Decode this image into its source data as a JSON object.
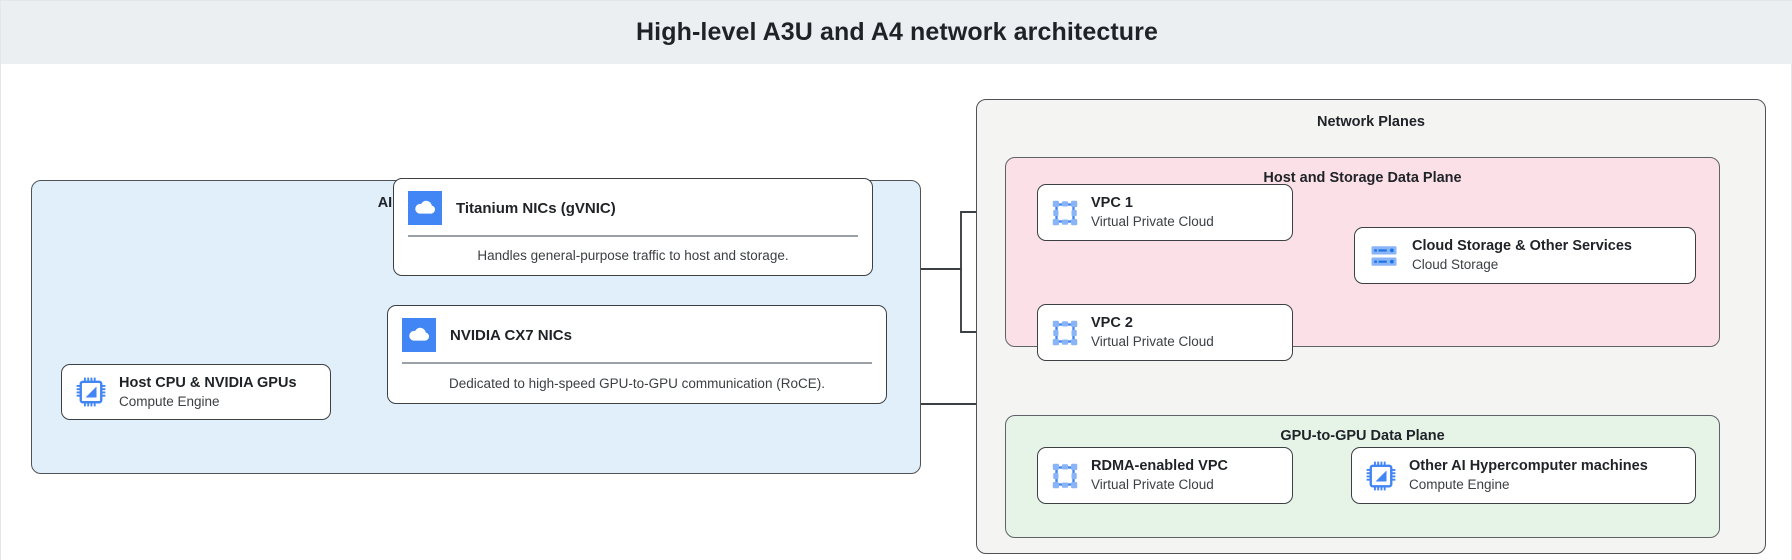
{
  "header": {
    "title": "High-level A3U and A4 network architecture"
  },
  "machines": {
    "title": "AI Hypercomputer machines",
    "host": {
      "title": "Host CPU & NVIDIA GPUs",
      "subtitle": "Compute Engine",
      "icon": "cpu-chip-icon"
    },
    "nics": [
      {
        "title": "Titanium NICs (gVNIC)",
        "description": "Handles general-purpose traffic to host and storage.",
        "icon": "cloud-icon"
      },
      {
        "title": "NVIDIA CX7 NICs",
        "description": "Dedicated to high-speed GPU-to-GPU communication (RoCE).",
        "icon": "cloud-icon"
      }
    ]
  },
  "planes": {
    "title": "Network Planes",
    "host_storage": {
      "title": "Host and Storage Data Plane",
      "vpcs": [
        {
          "title": "VPC 1",
          "subtitle": "Virtual Private Cloud",
          "icon": "vpc-icon"
        },
        {
          "title": "VPC 2",
          "subtitle": "Virtual Private Cloud",
          "icon": "vpc-icon"
        }
      ],
      "storage": {
        "title": "Cloud Storage & Other Services",
        "subtitle": "Cloud Storage",
        "icon": "storage-rack-icon"
      }
    },
    "gpu_to_gpu": {
      "title": "GPU-to-GPU Data Plane",
      "vpc": {
        "title": "RDMA-enabled VPC",
        "subtitle": "Virtual Private Cloud",
        "icon": "vpc-icon"
      },
      "machines": {
        "title": "Other AI Hypercomputer machines",
        "subtitle": "Compute Engine",
        "icon": "cpu-chip-icon"
      }
    }
  },
  "colors": {
    "header_bg": "#eceff1",
    "machines_bg": "#e1effb",
    "planes_bg": "#f4f4f3",
    "host_storage_bg": "#fbe0e7",
    "gpu_plane_bg": "#e6f4e8",
    "icon_blue": "#4285f4",
    "icon_light_blue": "#8ab4f8",
    "stroke": "#3c4043"
  }
}
